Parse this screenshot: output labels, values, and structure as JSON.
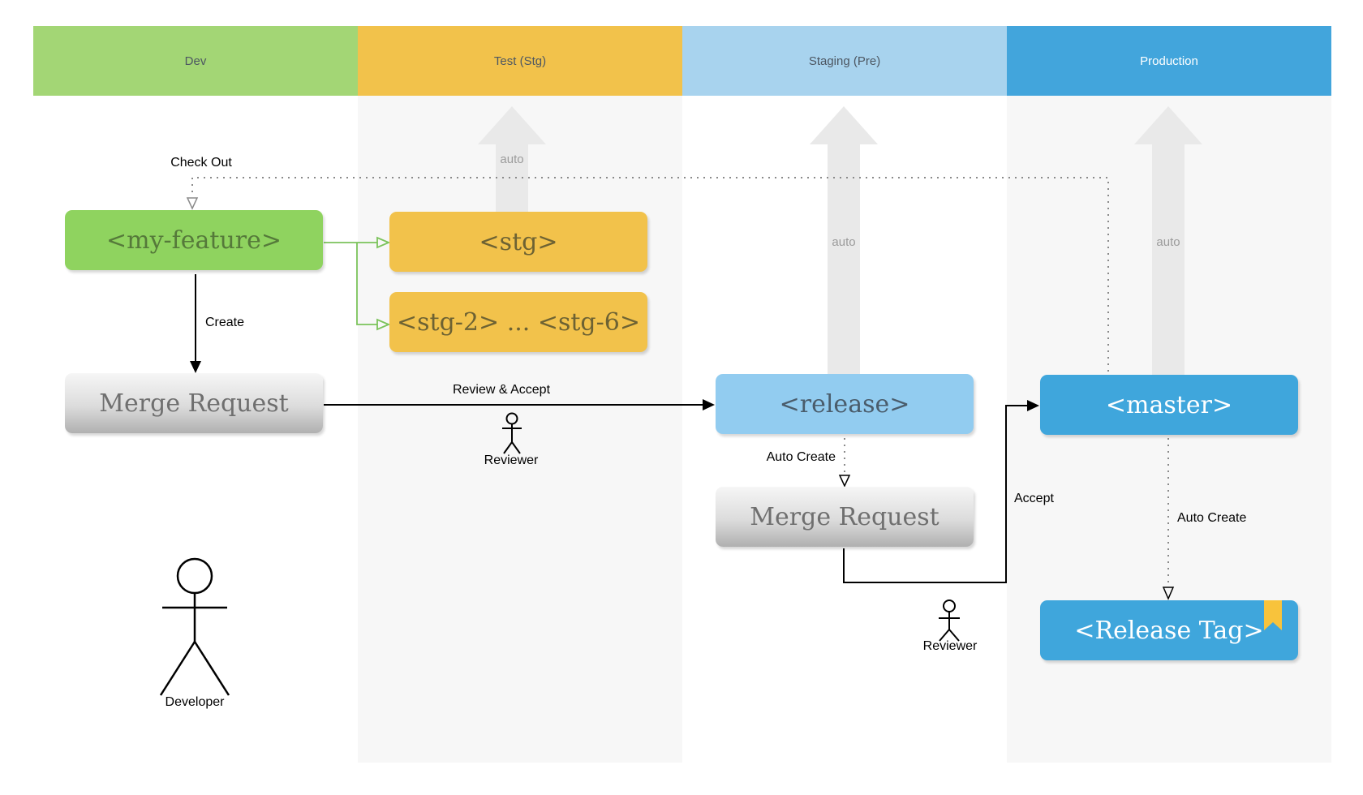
{
  "lanes": [
    {
      "label": "Dev",
      "header_color": "#a3d675",
      "body_color": "#ffffff"
    },
    {
      "label": "Test (Stg)",
      "header_color": "#f2c24b",
      "body_color": "#f7f7f7"
    },
    {
      "label": "Staging (Pre)",
      "header_color": "#a8d3ee",
      "body_color": "#ffffff"
    },
    {
      "label": "Production",
      "header_color": "#42a5dc",
      "body_color": "#f7f7f7"
    }
  ],
  "nodes": {
    "my_feature": {
      "label": "<my-feature>",
      "color": "#8fd35f"
    },
    "stg": {
      "label": "<stg>",
      "color": "#f2c24b"
    },
    "stg_range": {
      "label": "<stg-2> ... <stg-6>",
      "color": "#f2c24b"
    },
    "merge_request_dev": {
      "label": "Merge Request",
      "color": "gray-gradient"
    },
    "release": {
      "label": "<release>",
      "color": "#92ccf0"
    },
    "merge_request_staging": {
      "label": "Merge Request",
      "color": "gray-gradient"
    },
    "master": {
      "label": "<master>",
      "color": "#3fa6dc"
    },
    "release_tag": {
      "label": "<Release Tag>",
      "color": "#3fa6dc"
    }
  },
  "edges": {
    "check_out": "Check Out",
    "create": "Create",
    "review_accept": "Review & Accept",
    "auto_create_staging": "Auto Create",
    "accept": "Accept",
    "auto_create_production": "Auto Create",
    "auto_test": "auto",
    "auto_staging": "auto",
    "auto_production": "auto"
  },
  "actors": {
    "developer": "Developer",
    "reviewer_test": "Reviewer",
    "reviewer_staging": "Reviewer"
  },
  "colors": {
    "auto_arrow": "#e9e9e9",
    "auto_arrow_text": "#9b9b9b",
    "green_edge": "#7bc35b",
    "dotted_edge": "#8a8a8a",
    "solid_edge": "#000000",
    "bookmark": "#f8c33c",
    "lane_alt_background": "#f7f7f7"
  }
}
